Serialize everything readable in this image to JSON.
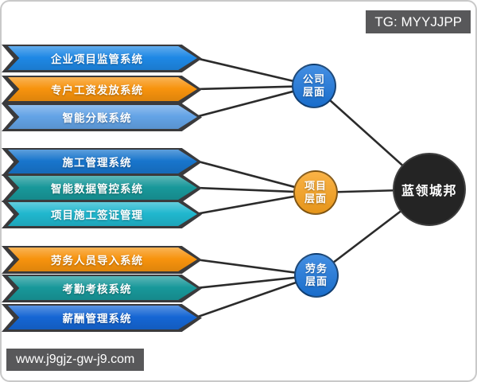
{
  "badges": {
    "tg": "TG: MYYJJPP",
    "url": "www.j9gjz-gw-j9.com"
  },
  "hub": {
    "label": "蓝领城邦",
    "color": "#242424"
  },
  "groups": [
    {
      "node": {
        "line1": "公司",
        "line2": "层面",
        "color": "#1b76dc"
      },
      "items": [
        {
          "label": "企业项目监管系统",
          "color": "#1e88e5"
        },
        {
          "label": "专户工资发放系统",
          "color": "#f7930d"
        },
        {
          "label": "智能分账系统",
          "color": "#63a3e6"
        }
      ]
    },
    {
      "node": {
        "line1": "项目",
        "line2": "层面",
        "color": "#f9a21d"
      },
      "items": [
        {
          "label": "施工管理系统",
          "color": "#1875cc"
        },
        {
          "label": "智能数据管控系统",
          "color": "#18989a"
        },
        {
          "label": "项目施工签证管理",
          "color": "#20b7ce"
        }
      ]
    },
    {
      "node": {
        "line1": "劳务",
        "line2": "层面",
        "color": "#1b76dc"
      },
      "items": [
        {
          "label": "劳务人员导入系统",
          "color": "#f7930d"
        },
        {
          "label": "考勤考核系统",
          "color": "#18989a"
        },
        {
          "label": "薪酬管理系统",
          "color": "#1566d4"
        }
      ]
    }
  ]
}
